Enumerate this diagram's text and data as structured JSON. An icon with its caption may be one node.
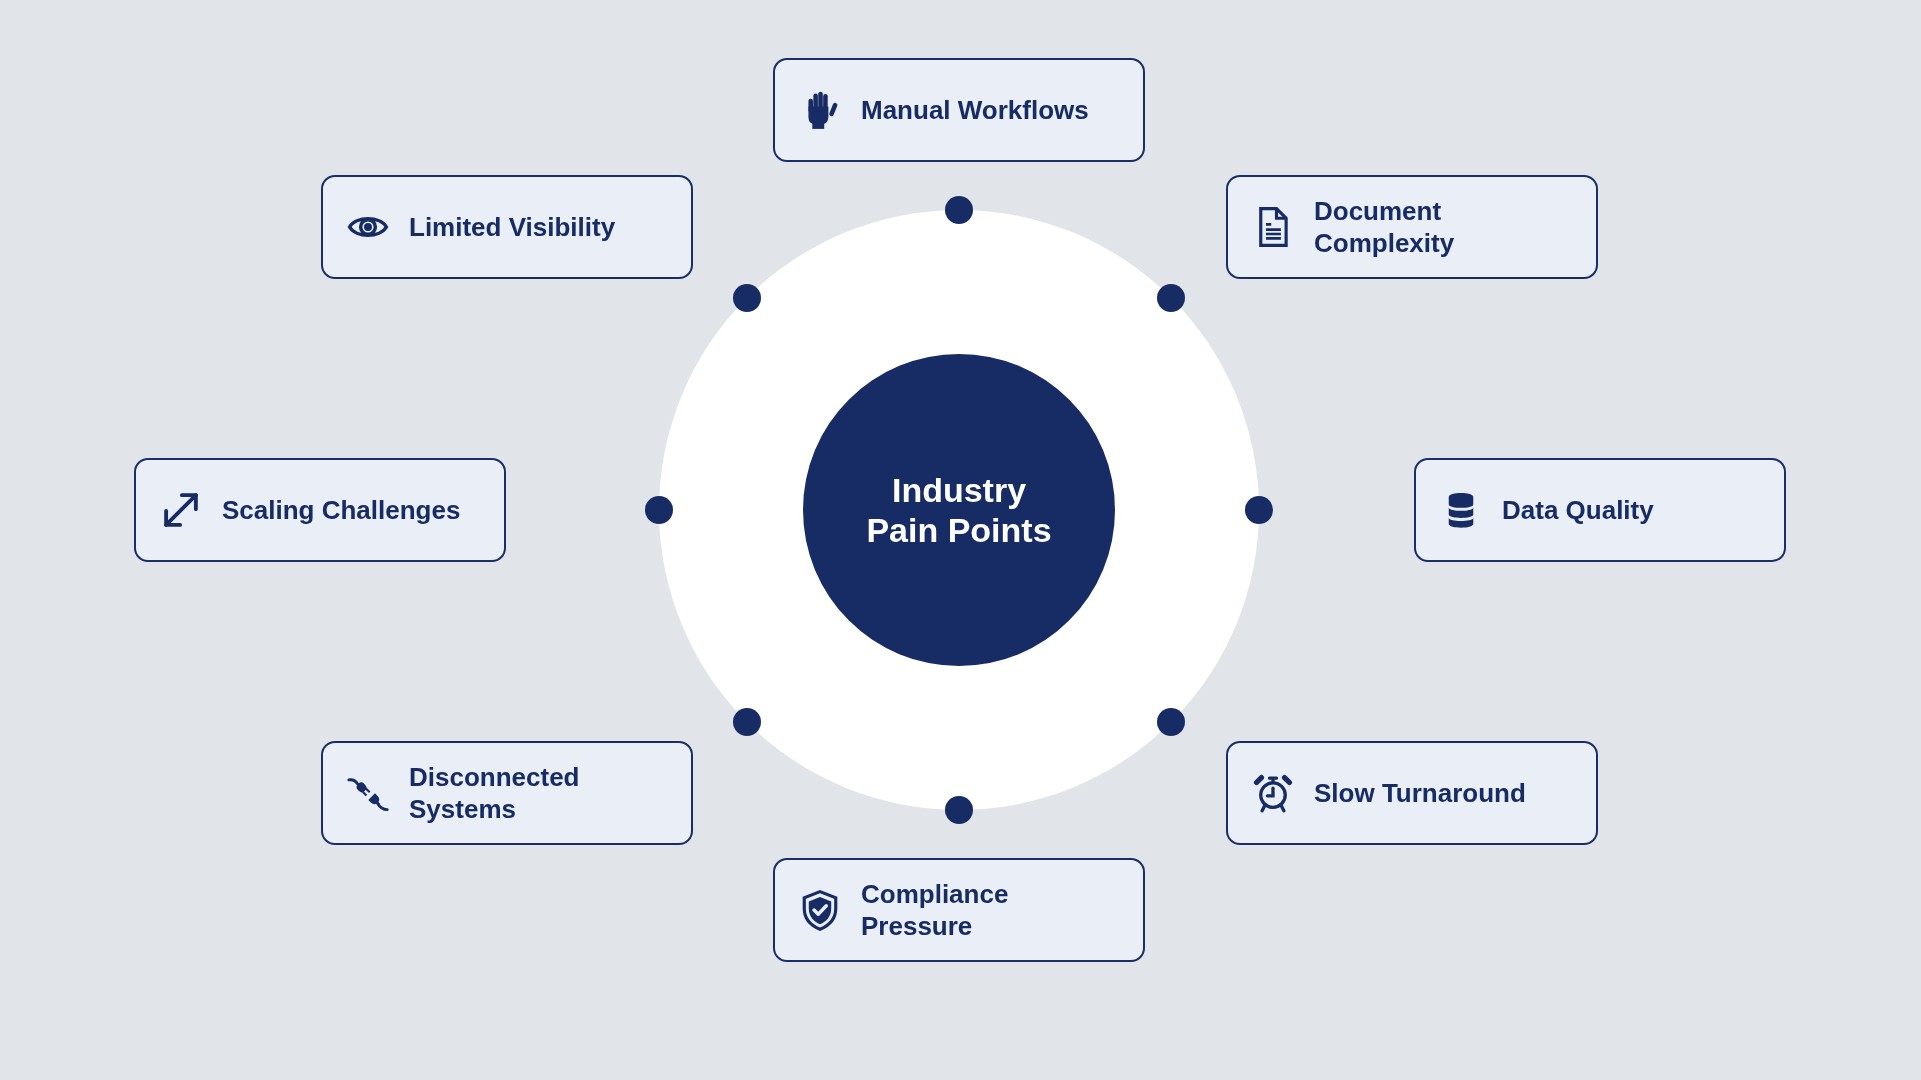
{
  "diagram": {
    "nodes": [
      {
        "text": [
          "Manual Workflows"
        ]
      },
      {
        "text": [
          "Limited Visibility"
        ]
      },
      {
        "text": [
          "Document Complexity"
        ]
      },
      {
        "text": [
          "Scaling Challenges"
        ]
      },
      {
        "text": [
          "Industry Pain Points"
        ]
      },
      {
        "text": [
          "Data Quality"
        ]
      },
      {
        "text": [
          "Disconnected Systems"
        ]
      },
      {
        "text": [
          "Slow Turnaround"
        ]
      },
      {
        "text": [
          "Compliance Pressure"
        ]
      }
    ]
  }
}
